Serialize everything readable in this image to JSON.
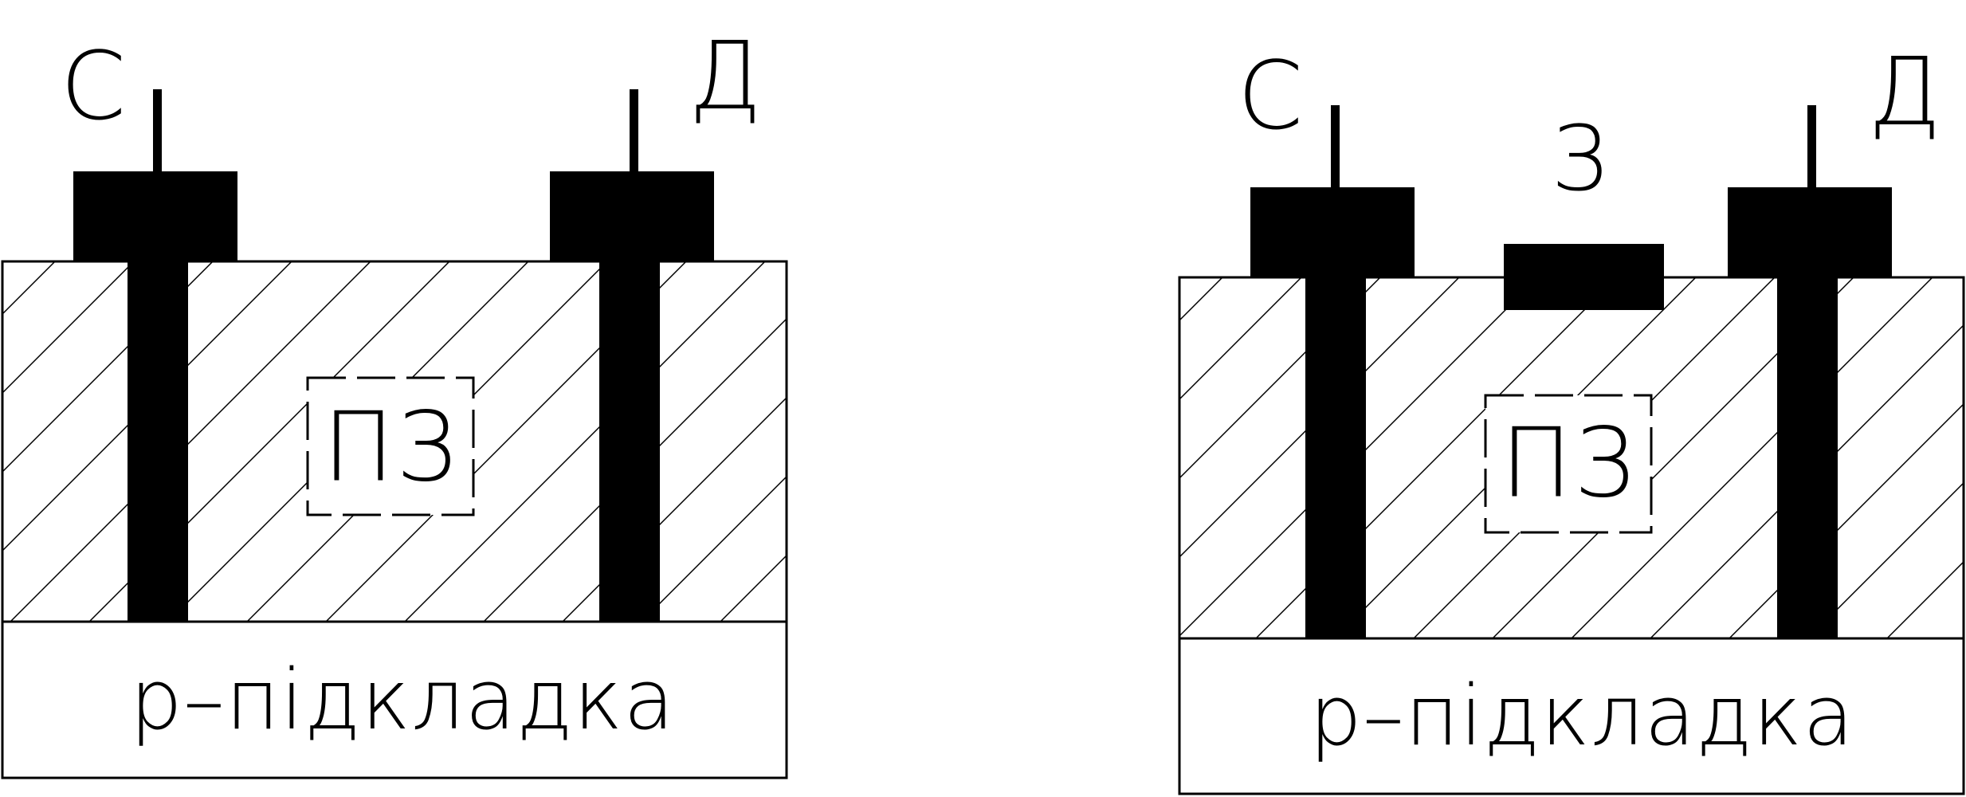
{
  "colors": {
    "ink": "#000000",
    "paper": "#ffffff"
  },
  "figures": [
    {
      "id": "left",
      "labels": {
        "source": "С",
        "drain": "Д",
        "channel_region": "ПЗ",
        "substrate": "p–підкладка"
      }
    },
    {
      "id": "right",
      "labels": {
        "source": "С",
        "gate": "З",
        "drain": "Д",
        "channel_region": "ПЗ",
        "substrate": "p–підкладка"
      }
    }
  ]
}
